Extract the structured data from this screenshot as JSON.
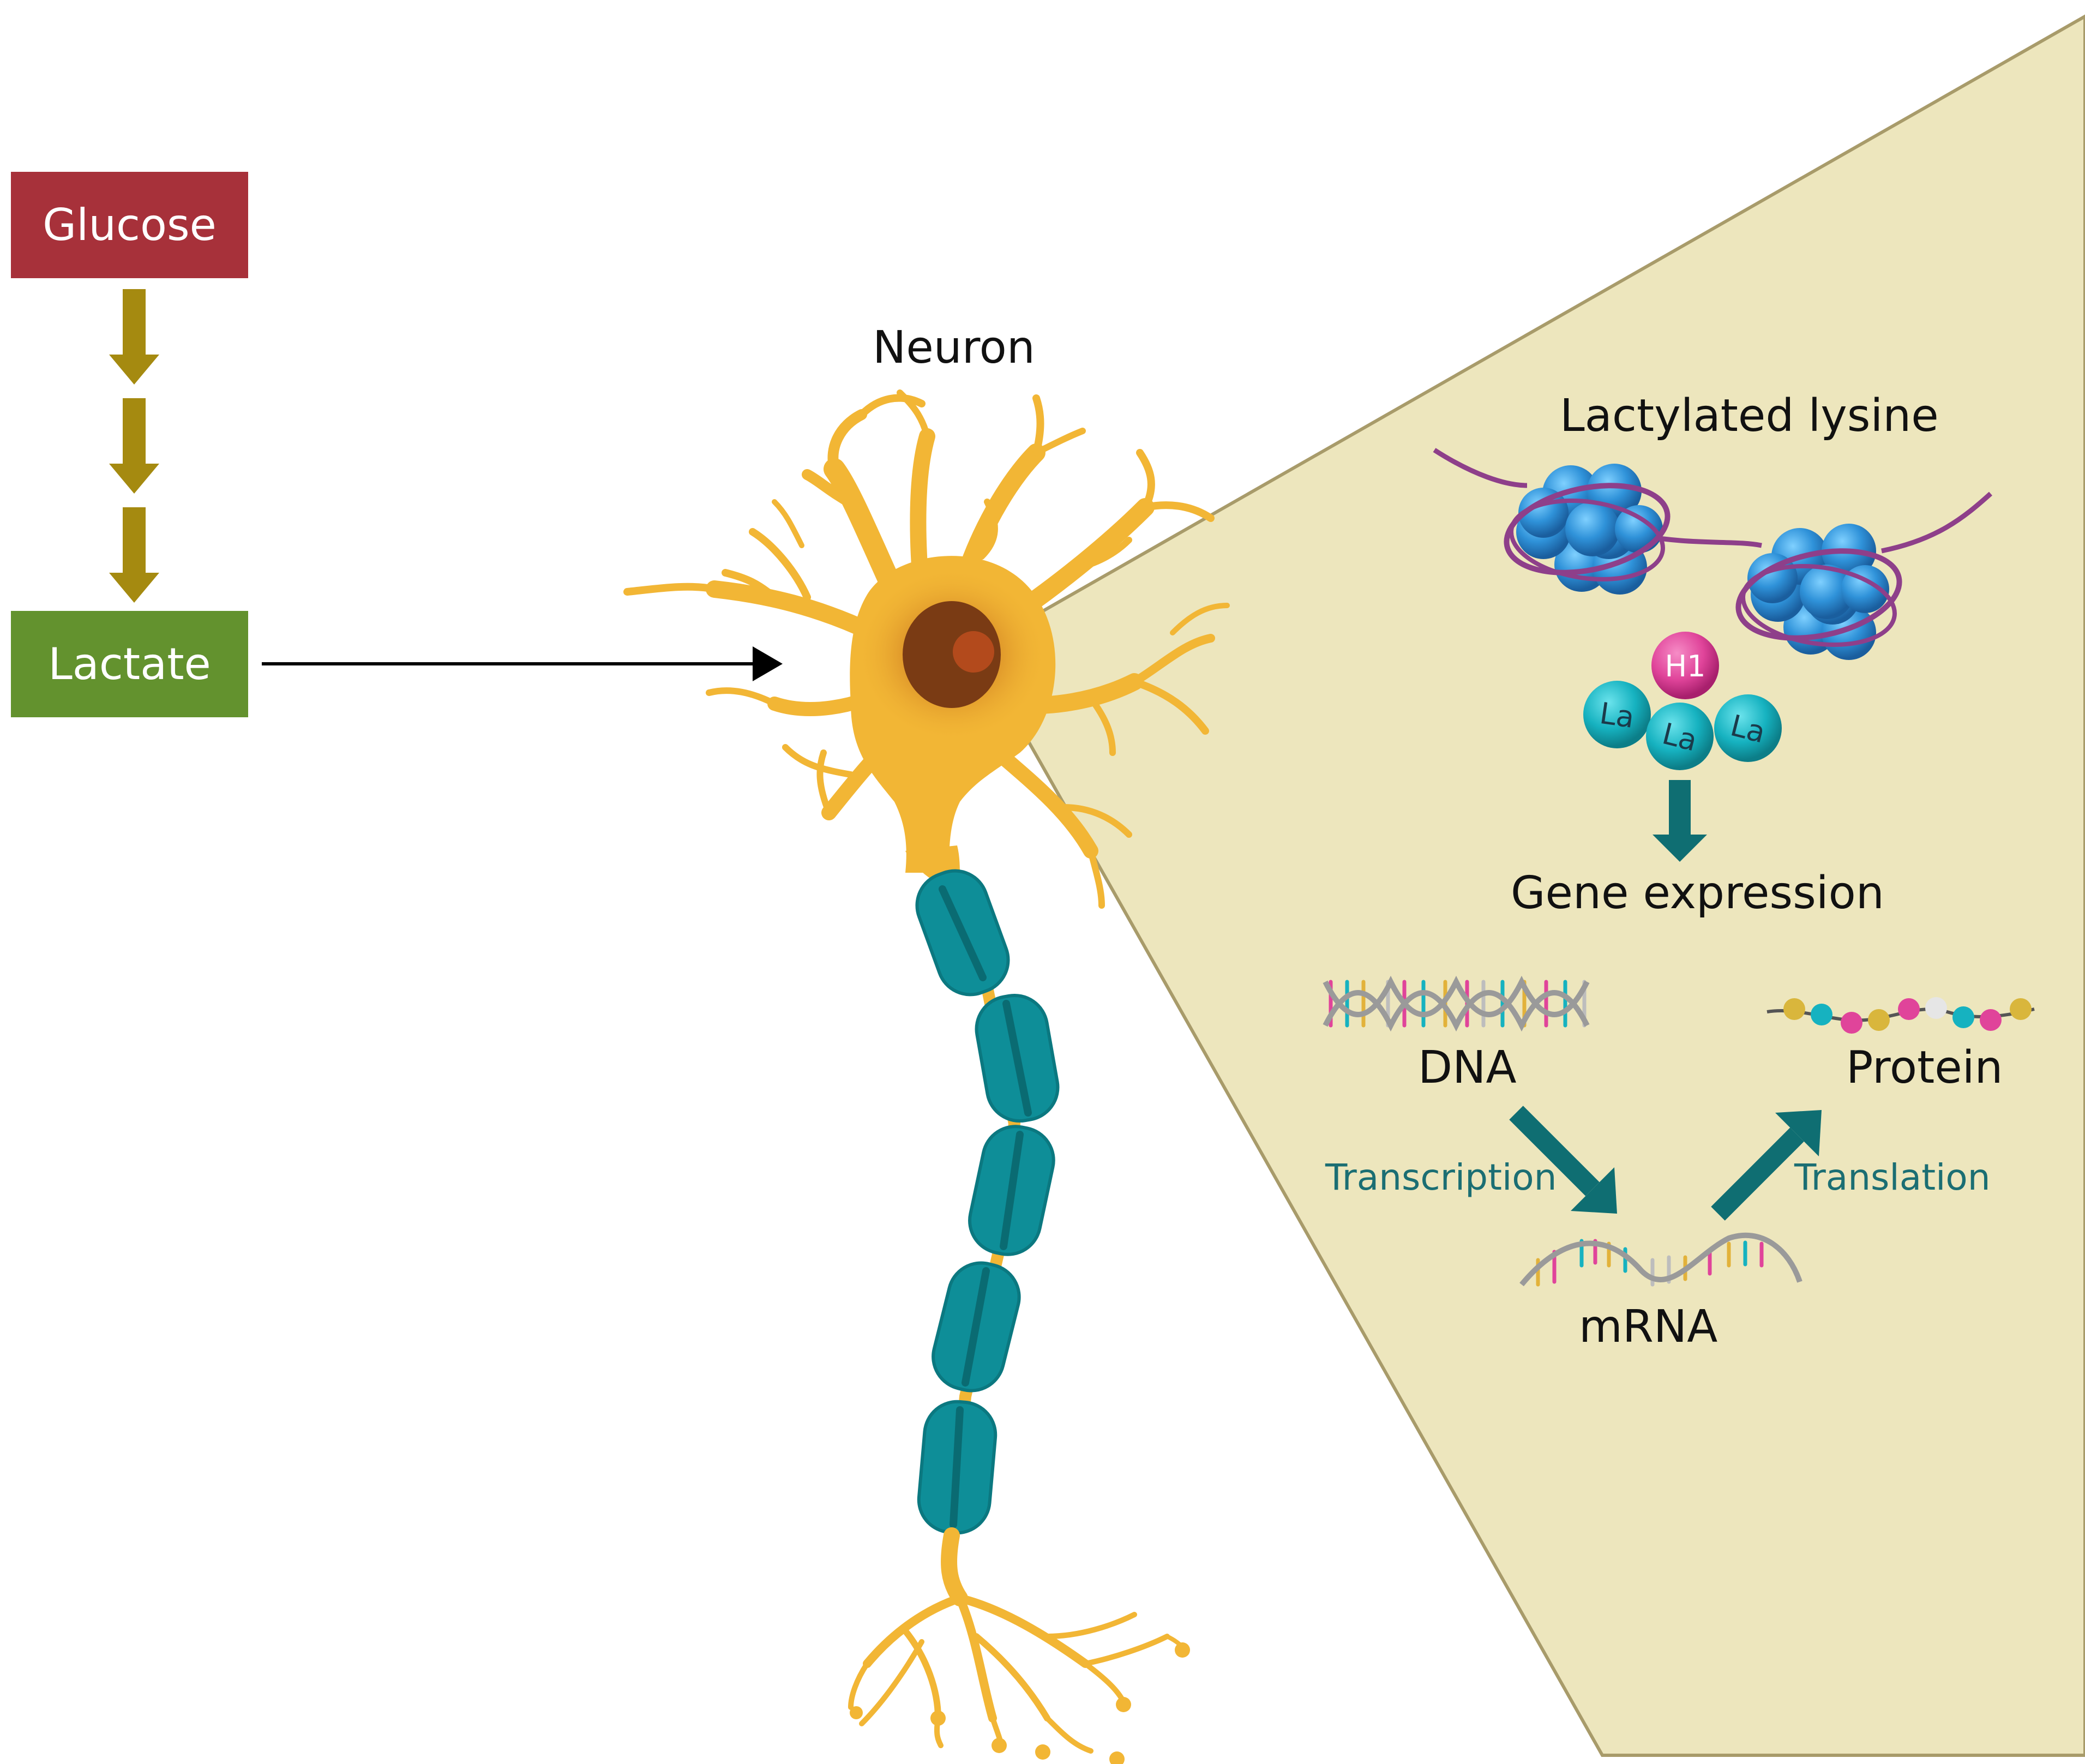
{
  "pathway": {
    "glucose_label": "Glucose",
    "lactate_label": "Lactate"
  },
  "neuron": {
    "label": "Neuron"
  },
  "inset": {
    "title": "Lactylated lysine",
    "h1_label": "H1",
    "la_labels": [
      "La",
      "La",
      "La"
    ],
    "gene_expression_label": "Gene expression",
    "dna_label": "DNA",
    "protein_label": "Protein",
    "mrna_label": "mRNA",
    "transcription_label": "Transcription",
    "translation_label": "Translation"
  },
  "colors": {
    "glucose": "#A7313A",
    "lactate": "#63922E",
    "pathway_arrow": "#A58A10",
    "neuron_body": "#F2B635",
    "nucleus": "#7A3B14",
    "myelin": "#0E8E98",
    "inset_bg": "#EDE6BD",
    "inset_border": "#A89B6A",
    "nucleosome": "#2F92D9",
    "dna_strand": "#8E3F8A",
    "la_ball": "#16B2C0",
    "h1_ball": "#E0449A",
    "teal_arrow": "#0F6E72",
    "teal_text": "#1B6E73"
  }
}
